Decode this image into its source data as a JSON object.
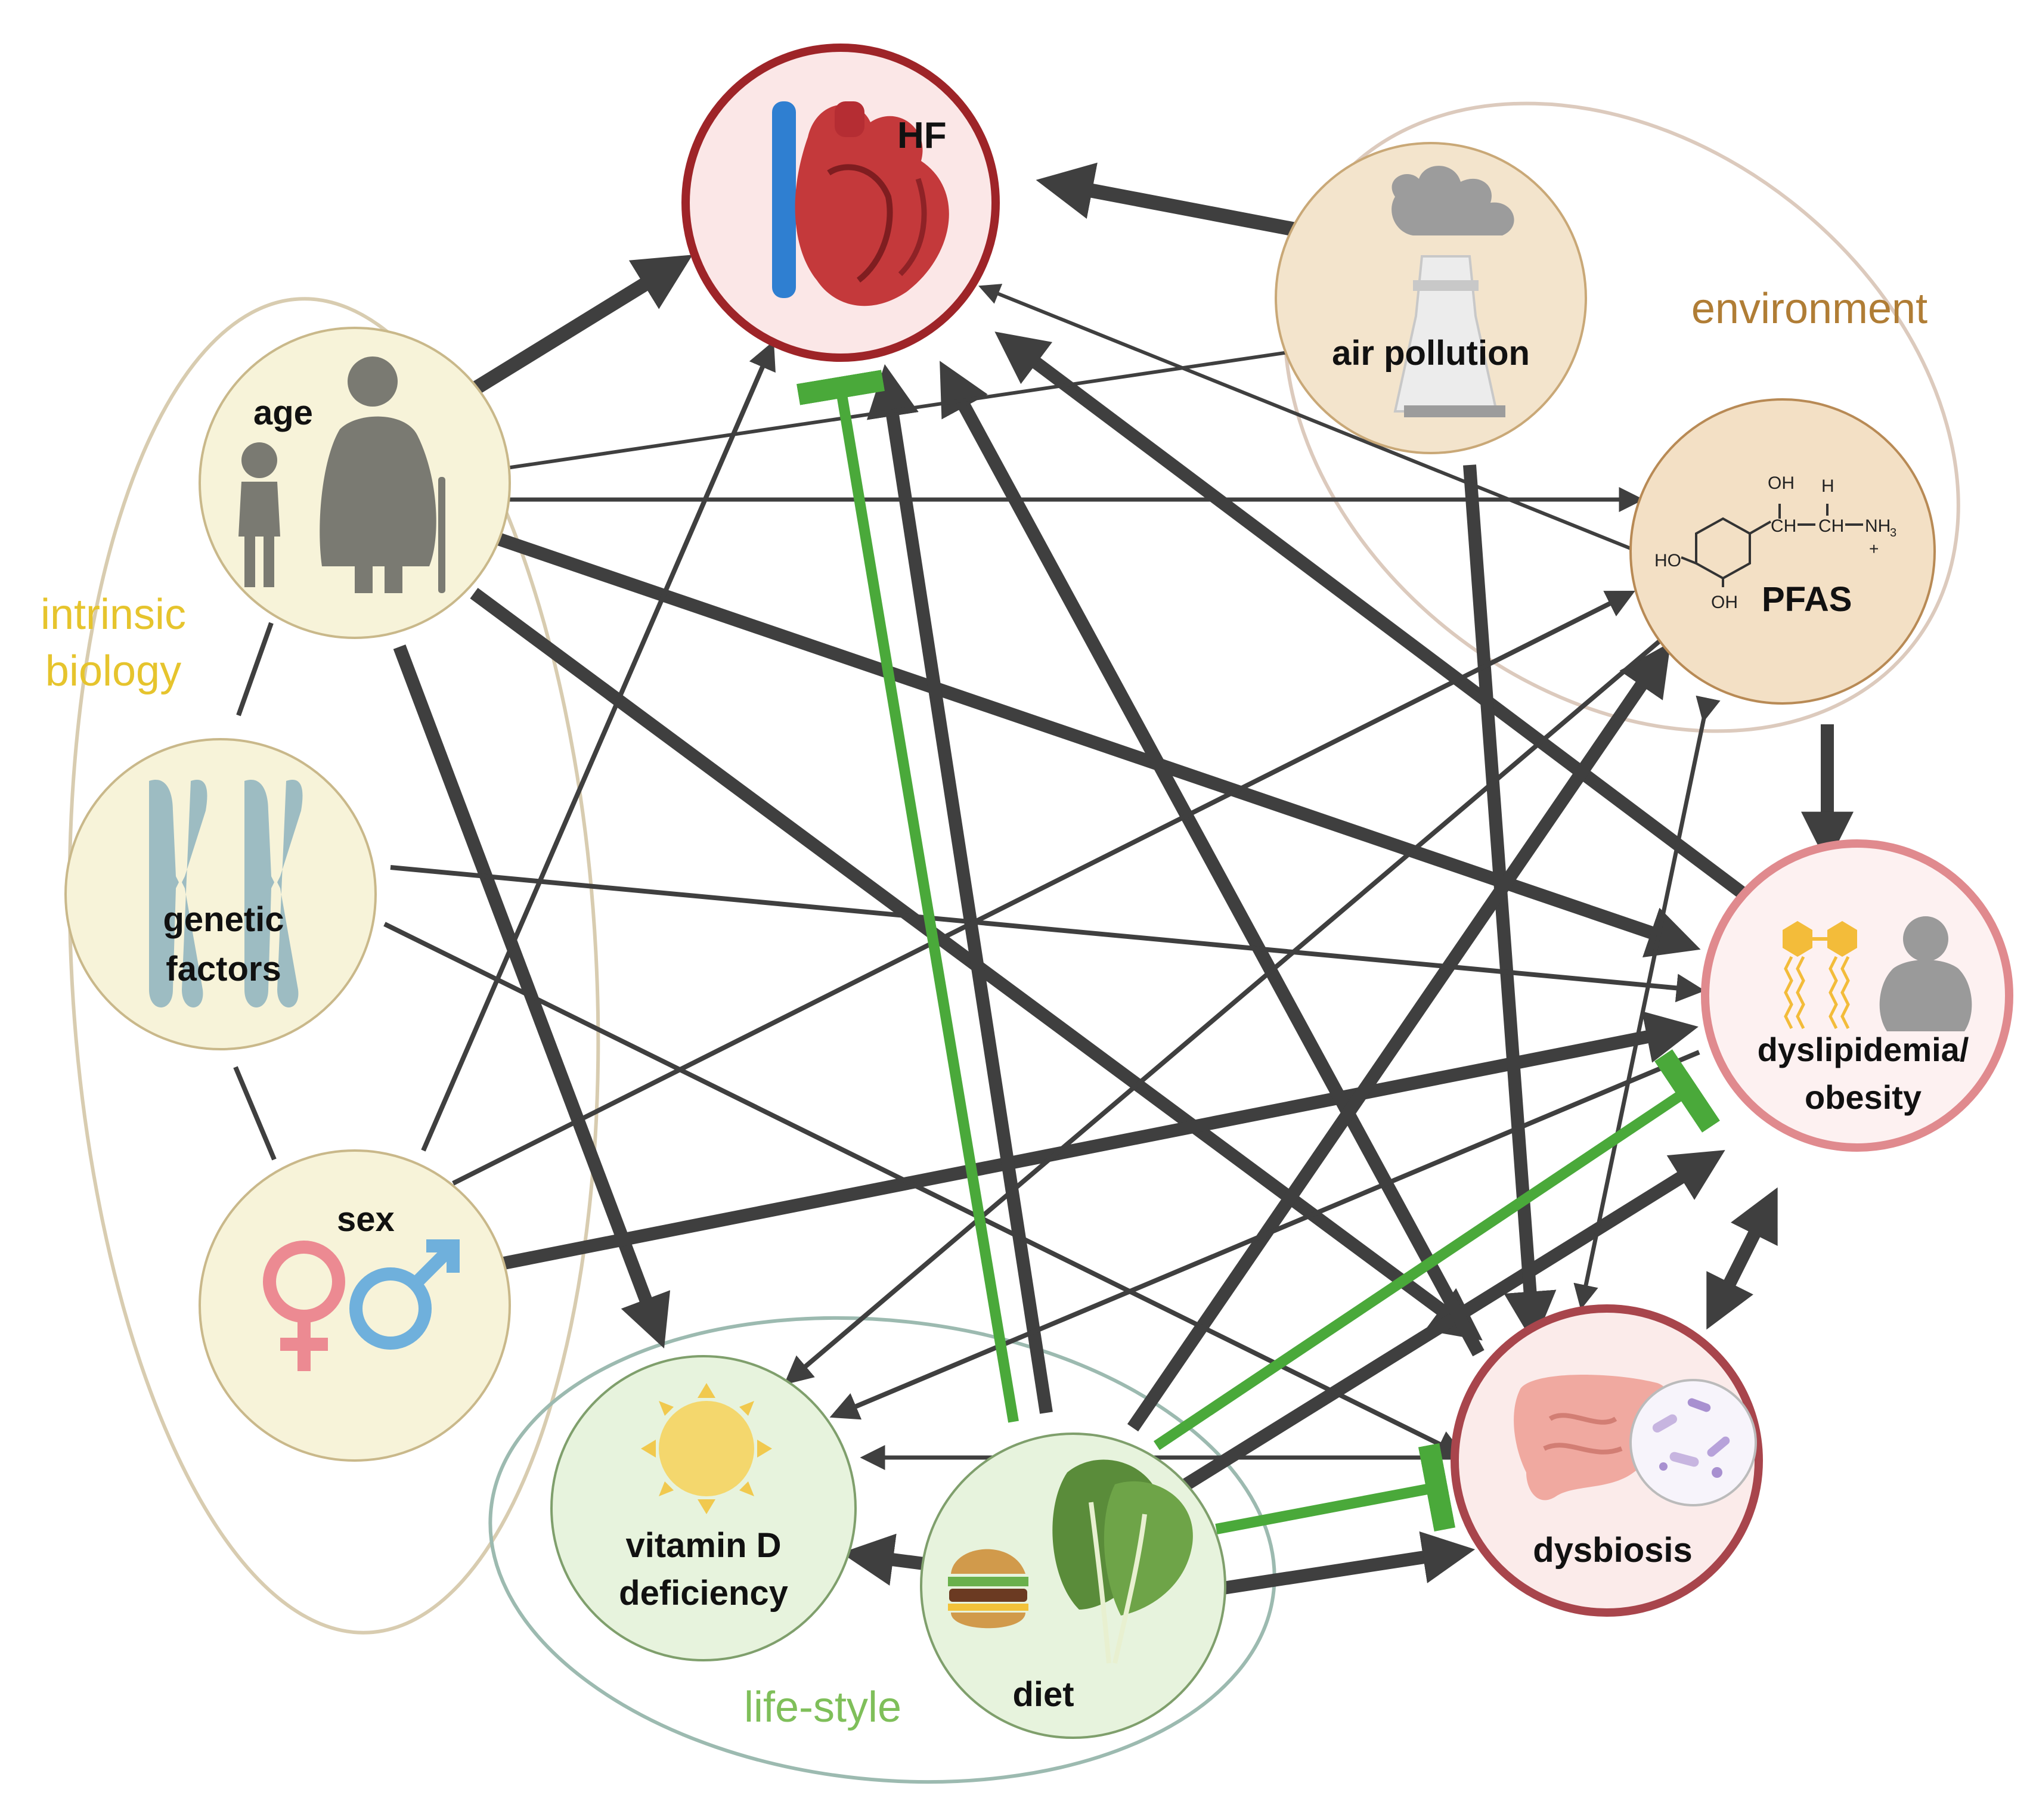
{
  "groups": {
    "intrinsic": {
      "line1": "intrinsic",
      "line2": "biology",
      "color": "#e6c42d"
    },
    "environment": {
      "label": "environment",
      "color": "#b07d35"
    },
    "lifestyle": {
      "label": "life-style",
      "color": "#7fbf5a"
    }
  },
  "nodes": {
    "hf": "HF",
    "age": "age",
    "genetic": {
      "line1": "genetic",
      "line2": "factors"
    },
    "sex": "sex",
    "air": "air pollution",
    "pfas": "PFAS",
    "dyslipidemia": {
      "line1": "dyslipidemia/",
      "line2": "obesity"
    },
    "dysbiosis": "dysbiosis",
    "vitd": {
      "line1": "vitamin D",
      "line2": "deficiency"
    },
    "diet": "diet"
  },
  "chem": {
    "oh_top": "OH",
    "h": "H",
    "ch1": "CH",
    "ch2": "CH",
    "nh3": "NH",
    "nh3_sub": "3",
    "plus": "+",
    "ho": "HO",
    "oh_bottom": "OH"
  },
  "colors": {
    "arrow": "#3f3f3f",
    "inhibit": "#4aa93a",
    "hf_ring": "#9e2428",
    "dysbiosis_ring": "#a8454c",
    "dyslipidemia_ring": "#e08a8e"
  }
}
